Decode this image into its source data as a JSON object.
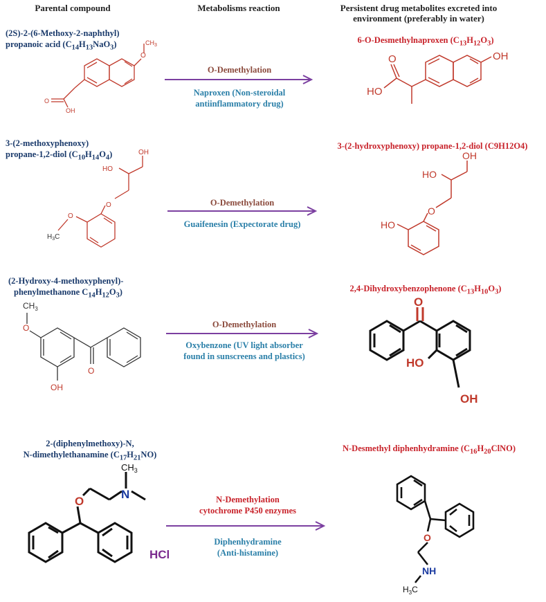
{
  "headers": {
    "parent": "Parental compound",
    "reaction": "Metabolisms reaction",
    "metabolite": "Persistent drug metabolites excreted into environment (preferably in water)"
  },
  "rows": [
    {
      "parent_line1": "(2S)-2-(6-Methoxy-2-naphthyl)",
      "parent_line2": "propanoic acid (C",
      "parent_f1": "14",
      "parent_f1b": "H",
      "parent_f2": "13",
      "parent_f2b": "NaO",
      "parent_f3": "3",
      "parent_f3b": ")",
      "reaction": "O-Demethylation",
      "drug_line1": "Naproxen (Non-steroidal",
      "drug_line2": "antiinflammatory drug)",
      "met": "6-O-Desmethylnaproxen (C",
      "met_a": "13",
      "met_b": "H",
      "met_c": "12",
      "met_d": "O",
      "met_e": "3",
      "met_f": ")"
    },
    {
      "parent_line1": "3-(2-methoxyphenoxy)",
      "parent_line2": "propane-1,2-diol (C",
      "parent_f1": "10",
      "parent_f1b": "H",
      "parent_f2": "14",
      "parent_f2b": "O",
      "parent_f3": "4",
      "parent_f3b": ")",
      "reaction": "O-Demethylation",
      "drug_line1": "Guaifenesin (Expectorate drug)",
      "met": "3-(2-hydroxyphenoxy) propane-1,2-diol (C9H12O4)"
    },
    {
      "parent_line1": "(2-Hydroxy-4-methoxyphenyl)-",
      "parent_line2": "phenylmethanone C",
      "parent_f1": "14",
      "parent_f1b": "H",
      "parent_f2": "12",
      "parent_f2b": "O",
      "parent_f3": "3",
      "parent_f3b": ")",
      "reaction": "O-Demethylation",
      "drug_line1": "Oxybenzone (UV light absorber",
      "drug_line2": "found in sunscreens and plastics)",
      "met": "2,4-Dihydroxybenzophenone  (C",
      "met_a": "13",
      "met_b": "H",
      "met_c": "10",
      "met_d": "O",
      "met_e": "3",
      "met_f": ")"
    },
    {
      "parent_line1": "2-(diphenylmethoxy)-N,",
      "parent_line2": "N-dimethylethanamine (C",
      "parent_f1": "17",
      "parent_f1b": "H",
      "parent_f2": "21",
      "parent_f2b": "NO)",
      "reaction_line1": "N-Demethylation",
      "reaction_line2": "cytochrome P450 enzymes",
      "drug_line1": "Diphenhydramine",
      "drug_line2": "(Anti-histamine)",
      "met": "N-Desmethyl diphenhydramine (C",
      "met_a": "16",
      "met_b": "H",
      "met_c": "20",
      "met_d": "ClNO)"
    }
  ],
  "atoms": {
    "oh": "OH",
    "ho": "HO",
    "o": "O",
    "ch3": "CH",
    "three": "3",
    "h3c": "H",
    "c": "C",
    "n": "N",
    "nh": "NH",
    "hcl": "HCl"
  },
  "colors": {
    "arrow": "#7b3fa0",
    "parent_name": "#1a3a6b",
    "metabolite_name": "#c8222a",
    "reaction": "#8b4a3c",
    "drug": "#2a7fa8",
    "bond_red": "#c0392b"
  }
}
